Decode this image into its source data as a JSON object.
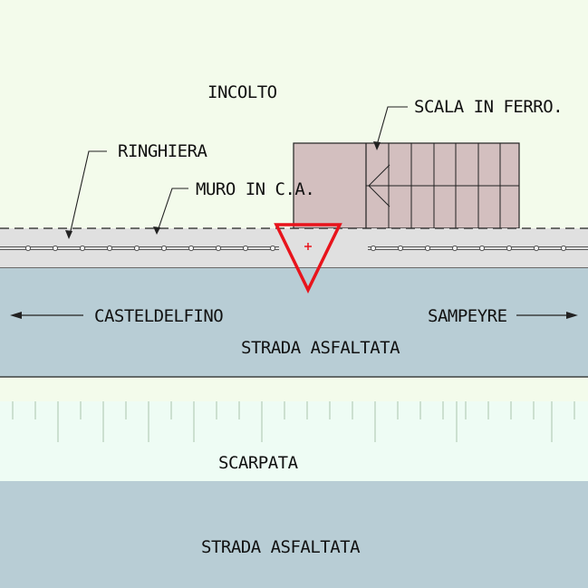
{
  "labels": {
    "incolto": "INCOLTO",
    "scala": "SCALA IN FERRO.",
    "ringhiera": "RINGHIERA",
    "muro": "MURO IN C.A.",
    "casteldelfino": "CASTELDELFINO",
    "sampeyre": "SAMPEYRE",
    "strada_upper": "STRADA ASFALTATA",
    "scarpata": "SCARPATA",
    "strada_lower": "STRADA ASFALTATA"
  },
  "colors": {
    "terrain": "#f3fbeb",
    "sidewalk": "#e0e0e0",
    "road": "#b8cdd5",
    "slope": "#eefcf4",
    "stair": "#d3bfbf",
    "marker": "#e8141c"
  }
}
